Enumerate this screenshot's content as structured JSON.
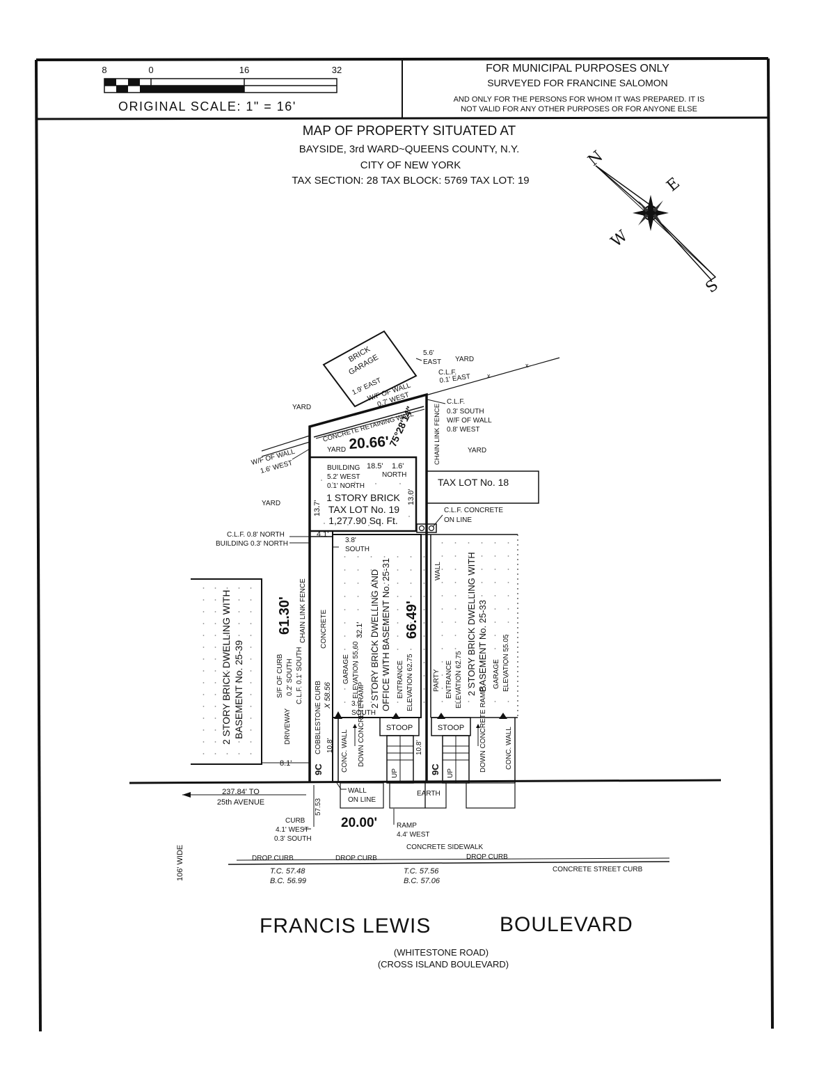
{
  "scale": {
    "ticks": [
      "8",
      "0",
      "16",
      "32"
    ],
    "label": "ORIGINAL  SCALE:  1\"  =  16'"
  },
  "purpose": {
    "line1": "FOR MUNICIPAL PURPOSES ONLY",
    "line2": "SURVEYED FOR FRANCINE SALOMON",
    "line3": "AND ONLY FOR THE PERSONS FOR WHOM IT WAS PREPARED. IT IS",
    "line4": "NOT VALID FOR ANY OTHER PURPOSES OR FOR ANYONE ELSE"
  },
  "title": {
    "line1": "MAP OF PROPERTY SITUATED AT",
    "line2": "BAYSIDE, 3rd WARD~QUEENS COUNTY, N.Y.",
    "line3": "CITY OF NEW YORK",
    "line4": "TAX SECTION: 28 TAX BLOCK: 5769 TAX LOT: 19"
  },
  "compass": {
    "n": "N",
    "e": "E",
    "s": "S",
    "w": "W"
  },
  "garage": {
    "line1": "BRICK",
    "line2": "GARAGE",
    "offset": "1.9' EAST",
    "wall1": "W/F OF WALL",
    "wall2": "0.7' WEST",
    "east1": "5.6'",
    "east2": "EAST",
    "yard": "YARD",
    "clf1": "C.L.F.",
    "clf2": "0.1' EAST"
  },
  "lot": {
    "yard_nw": "YARD",
    "retaining_wall": "CONCRETE RETAINING WALL",
    "yard_top": "YARD",
    "width_top": "20.66'",
    "angle": "75°28'14\"",
    "wall_w1": "W/F OF WALL",
    "wall_w2": "1.6' WEST",
    "clf_s1": "C.L.F.",
    "clf_s2": "0.3' SOUTH",
    "clf_s3": "W/F OF WALL",
    "clf_s4": "0.8' WEST",
    "chain_fence_e": "CHAIN LINK FENCE",
    "yard_e": "YARD",
    "tax_lot_18": "TAX LOT No. 18",
    "clf_line1": "C.L.F.  CONCRETE",
    "clf_line2": "ON LINE",
    "yard_w": "YARD"
  },
  "building": {
    "b1": "BUILDING",
    "b2": "5.2' WEST",
    "b3": "0.1' NORTH",
    "dim1": "18.5'",
    "dim2": "1.6'",
    "north": "NORTH",
    "type": "1 STORY BRICK",
    "lot": "TAX LOT No. 19",
    "area": "1,277.90 Sq. Ft.",
    "left_dim": "13.7'",
    "right_dim": "13.0'",
    "step": "4.1'"
  },
  "west_side": {
    "clf1": "C.L.F. 0.8' NORTH",
    "clf2": "BUILDING 0.3' NORTH",
    "chain_fence": "CHAIN LINK FENCE",
    "depth": "61.30'",
    "concrete": "CONCRETE",
    "sf_curb": "S/F OF CURB",
    "sf_curb2": "0.2' SOUTH",
    "sf_curb3": "C.L.F. 0.1' SOUTH",
    "cobble": "COBBLESTONE CURB",
    "elev": "X 58.56",
    "driveway": "DRIVEWAY",
    "drive_width": "8.1'",
    "neighbor1": "2 STORY BRICK DWELLING WITH",
    "neighbor2": "BASEMENT No. 25-39"
  },
  "main_house": {
    "south1": "3.8'",
    "south2": "SOUTH",
    "garage_dim": "32.1'",
    "garage_elev1": "GARAGE",
    "garage_elev2": "ELEVATION 55.60",
    "desc1": "2 STORY BRICK DWELLING AND",
    "desc2": "OFFICE WITH BASEMENT No. 25-31",
    "depth": "66.49'",
    "entr1": "ENTRANCE",
    "entr2": "ELEVATION 62.75",
    "front1": "3.9'",
    "front2": "SOUTH",
    "stoop": "STOOP",
    "front_dim": "10.8'",
    "conc_wall": "CONC. WALL",
    "down_ramp": "DOWN CONCRETE RAMP",
    "up": "UP",
    "nine": "9C"
  },
  "east_house": {
    "wall": "WALL",
    "party": "PARTY",
    "entr1": "ENTRANCE",
    "entr2": "ELEVATION 62.75",
    "desc1": "2 STORY BRICK DWELLING WITH",
    "desc2": "BASEMENT No. 25-33",
    "garage1": "GARAGE",
    "garage2": "ELEVATION 55.05",
    "stoop": "STOOP",
    "front_dim": "10.8'",
    "down_ramp": "DOWN CONCRETE RAMP",
    "conc_wall": "CONC. WALL",
    "up": "UP",
    "nine": "9C"
  },
  "street": {
    "to_ave1": "237.84' TO",
    "to_ave2": "25th AVENUE",
    "elev": "57.53",
    "wall1": "WALL",
    "wall2": "ON LINE",
    "earth": "EARTH",
    "frontage": "20.00'",
    "ramp1": "RAMP",
    "ramp2": "4.4' WEST",
    "curb1": "CURB",
    "curb2": "4.1' WEST",
    "curb3": "0.3' SOUTH",
    "sidewalk": "CONCRETE SIDEWALK",
    "drop1": "DROP CURB",
    "drop2": "DROP CURB",
    "drop3": "DROP CURB",
    "street_curb": "CONCRETE STREET CURB",
    "tc1": "T.C. 57.48",
    "bc1": "B.C. 56.99",
    "tc2": "T.C. 57.56",
    "bc2": "B.C. 57.06",
    "width": "106' WIDE",
    "name1": "FRANCIS  LEWIS",
    "name2": "BOULEVARD",
    "alt1": "(WHITESTONE ROAD)",
    "alt2": "(CROSS ISLAND BOULEVARD)"
  }
}
